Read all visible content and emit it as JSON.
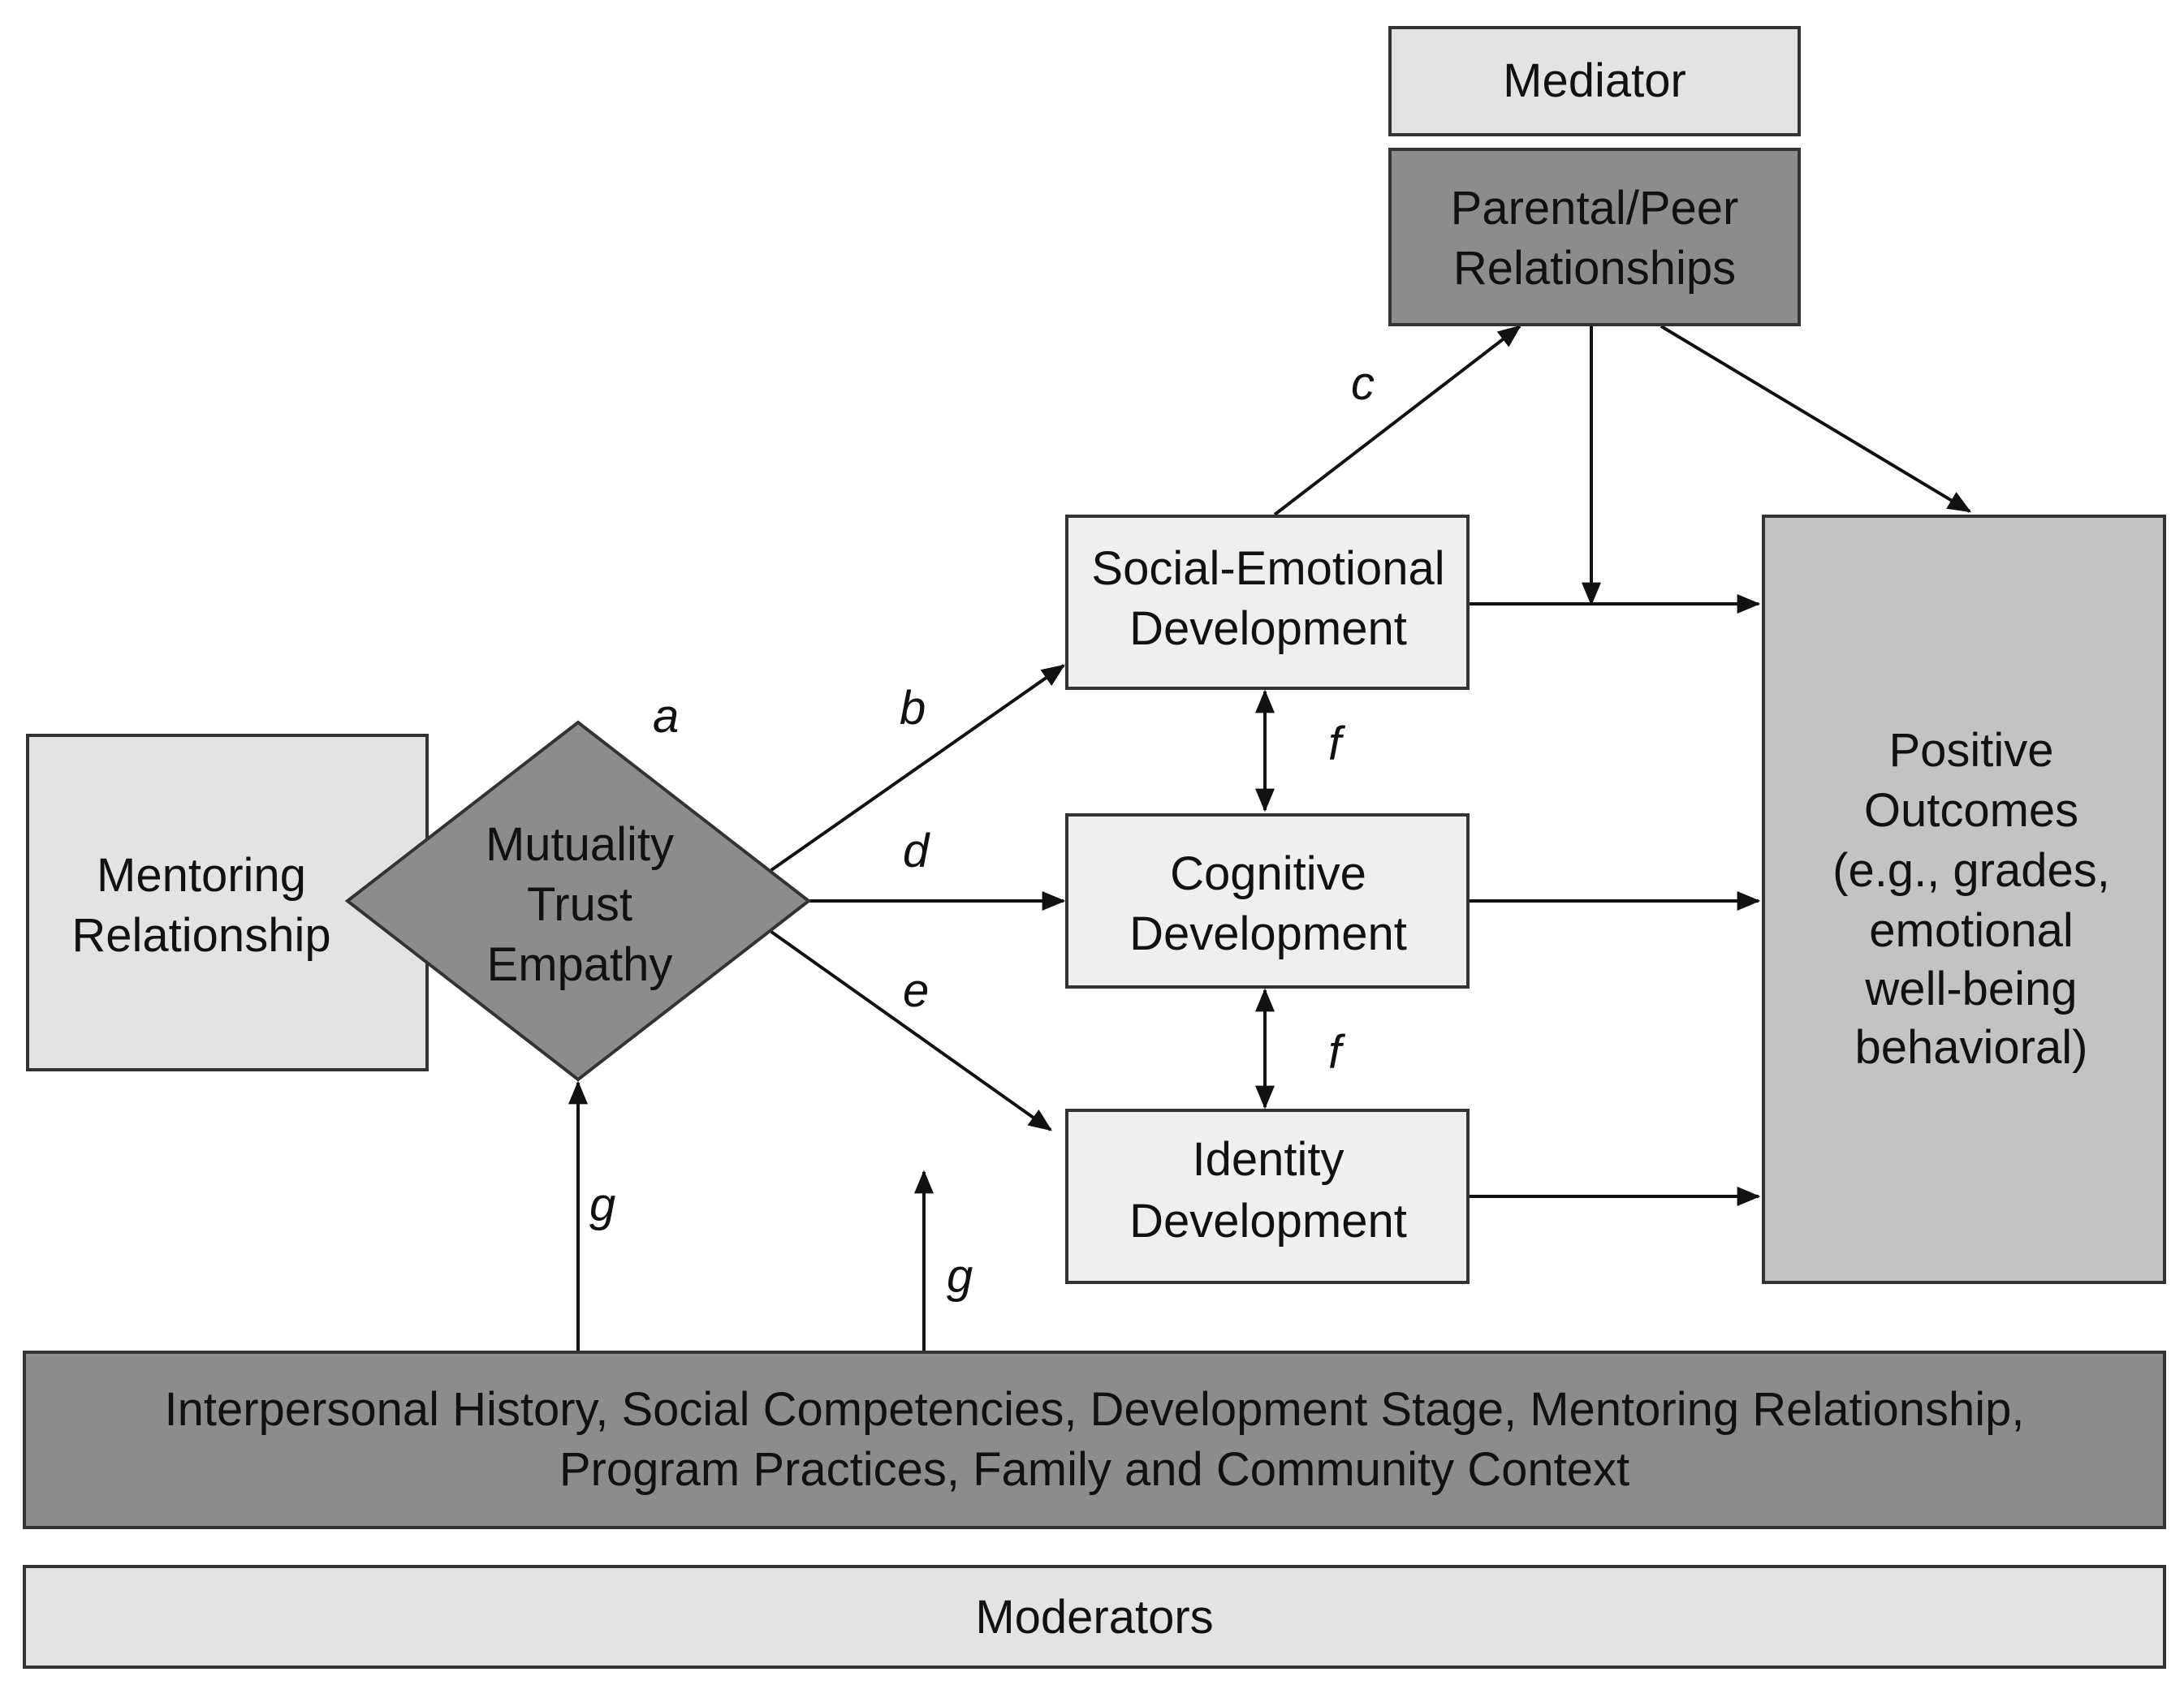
{
  "colors": {
    "light": "#e3e3e3",
    "medium": "#c3c3c3",
    "dark": "#8c8c8c",
    "lightest": "#efefef",
    "stroke": "#333333"
  },
  "boxes": {
    "mediator": {
      "line1": "Mediator"
    },
    "parental_peer": {
      "line1": "Parental/Peer",
      "line2": "Relationships"
    },
    "mentoring": {
      "line1": "Mentoring",
      "line2": "Relationship"
    },
    "mutuality": {
      "line1": "Mutuality",
      "line2": "Trust",
      "line3": "Empathy"
    },
    "social_emotional": {
      "line1": "Social-Emotional",
      "line2": "Development"
    },
    "cognitive": {
      "line1": "Cognitive",
      "line2": "Development"
    },
    "identity": {
      "line1": "Identity",
      "line2": "Development"
    },
    "positive_outcomes": {
      "line1": "Positive",
      "line2": "Outcomes",
      "line3": "(e.g., grades,",
      "line4": "emotional",
      "line5": "well-being",
      "line6": "behavioral)"
    },
    "context": {
      "line1": "Interpersonal History, Social Competencies, Development Stage, Mentoring Relationship,",
      "line2": "Program Practices, Family and Community Context"
    },
    "moderators": {
      "line1": "Moderators"
    }
  },
  "edge_labels": {
    "a": "a",
    "b": "b",
    "c": "c",
    "d": "d",
    "e": "e",
    "f_upper": "f",
    "f_lower": "f",
    "g_left": "g",
    "g_right": "g"
  }
}
